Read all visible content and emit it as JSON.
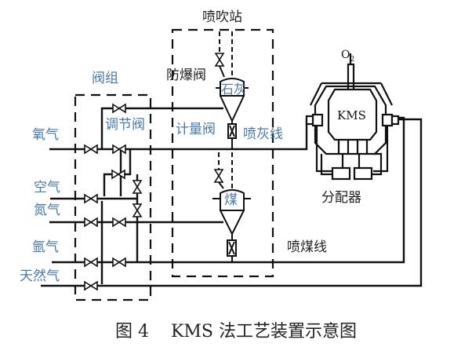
{
  "diagram": {
    "title": "KMS法工艺装置示意图",
    "caption": {
      "figure_label": "图 4",
      "text": "KMS 法工艺装置示意图"
    },
    "groups": {
      "valve_group": "阀组",
      "injection_station": "喷吹站"
    },
    "gas_inputs": [
      "氧气",
      "空气",
      "氮气",
      "氩气",
      "天然气"
    ],
    "components": {
      "regulating_valve": "调节阀",
      "explosion_proof_valve": "防爆阀",
      "metering_valve": "计量阀",
      "lime_hopper": "石灰",
      "coal_hopper": "煤",
      "converter": "KMS",
      "distributor": "分配器",
      "oxygen_top": "O",
      "oxygen_sub": "2"
    },
    "lines": {
      "lime_line": "喷灰线",
      "coal_line": "喷煤线"
    },
    "colors": {
      "label_blue": "#4a7aa6",
      "line": "#111111"
    }
  }
}
